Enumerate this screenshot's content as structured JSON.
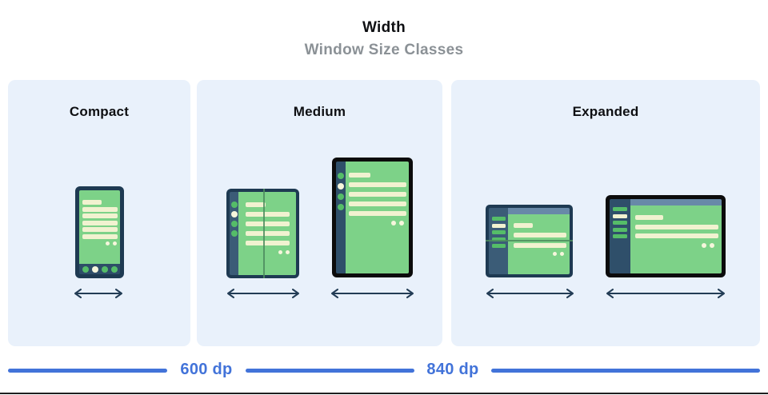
{
  "header": {
    "title": "Width",
    "subtitle": "Window Size Classes"
  },
  "panels": [
    {
      "label": "Compact",
      "devices": [
        "phone-portrait"
      ]
    },
    {
      "label": "Medium",
      "devices": [
        "foldable-portrait",
        "tablet-portrait"
      ]
    },
    {
      "label": "Expanded",
      "devices": [
        "foldable-landscape",
        "tablet-landscape"
      ]
    }
  ],
  "ruler": {
    "breakpoints": [
      "600 dp",
      "840 dp"
    ]
  },
  "icons": {
    "width_arrow": "double-headed-arrow"
  },
  "colors": {
    "panel_bg": "#e9f1fb",
    "screen_green": "#7dd288",
    "skeleton_cream": "#f1f2d0",
    "frame_navy": "#1e3a52",
    "rail_slate": "#3b5c77",
    "rail_navy": "#2f4f6a",
    "frame_black": "#0c0c0c",
    "app_bar_blue": "#6889a8",
    "accent_green_dot": "#55bd68",
    "fold_line_green": "#4c8c5e",
    "ruler_blue": "#4273d9",
    "arrow_navy": "#223c55",
    "subtitle_gray": "#8b9196"
  }
}
